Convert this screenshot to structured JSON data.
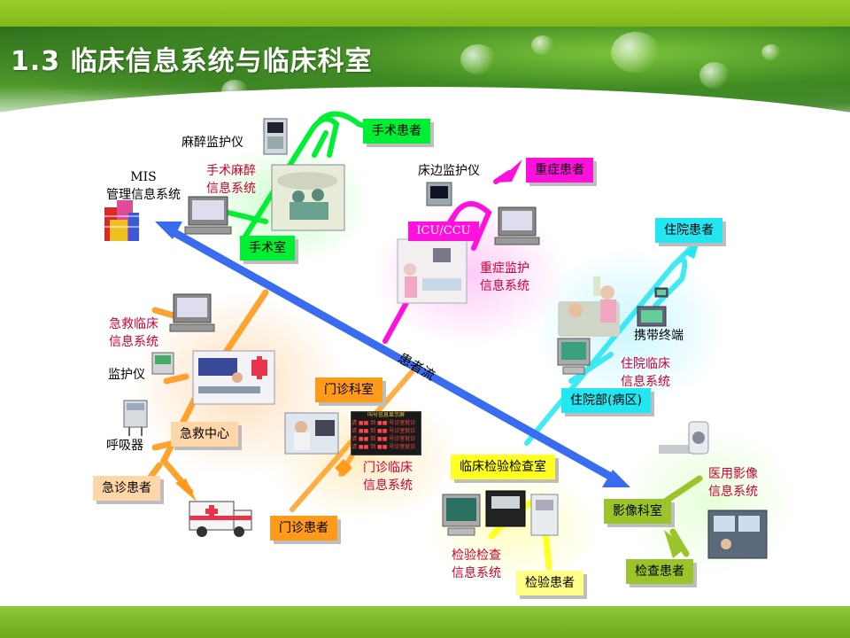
{
  "title": "1.3   临床信息系统与临床科室",
  "flow_label": "患者流",
  "mis": {
    "line1": "MIS",
    "line2": "管理信息系统"
  },
  "labels": {
    "anesthesia_monitor": "麻醉监护仪",
    "anesthesia_system_1": "手术麻醉",
    "anesthesia_system_2": "信息系统",
    "bedside_monitor": "床边监护仪",
    "icu_ccu": "ICU/CCU",
    "icu_system_1": "重症监护",
    "icu_system_2": "信息系统",
    "portable_terminal": "携带终端",
    "inpatient_system_1": "住院临床",
    "inpatient_system_2": "信息系统",
    "emergency_system_1": "急救临床",
    "emergency_system_2": "信息系统",
    "monitor": "监护仪",
    "ventilator": "呼吸器",
    "outpatient_system_1": "门诊临床",
    "outpatient_system_2": "信息系统",
    "lab_system_1": "检验检查",
    "lab_system_2": "信息系统",
    "imaging_system_1": "医用影像",
    "imaging_system_2": "信息系统"
  },
  "boxes": {
    "surgery_patient": "手术患者",
    "operating_room": "手术室",
    "critical_patient": "重症患者",
    "inpatient": "住院患者",
    "inpatient_ward": "住院部(病区)",
    "emergency_center": "急救中心",
    "emergency_patient": "急诊患者",
    "outpatient_dept": "门诊科室",
    "outpatient_patient": "门诊患者",
    "lab_dept": "临床检验检查室",
    "lab_patient": "检验患者",
    "imaging_dept": "影像科室",
    "exam_patient": "检查患者"
  },
  "queue_board": {
    "title": "叫号信息显示屏",
    "rows": [
      "请 ■■ 到 ■■ 号诊室就诊",
      "请 ■■ 到 ■■ 号诊室就诊",
      "请 ■■ 到 ■■ 号诊室就诊",
      "请 ■■ 到 ■■ 号诊室就诊"
    ]
  },
  "colors": {
    "flow_arrow": "#3a6cf0",
    "surgery": "#00ee33",
    "icu": "#ff11dd",
    "inpatient": "#22e6f0",
    "emergency": "#ff9a1a",
    "lab": "#ffff22",
    "imaging": "#9bc42a"
  },
  "icons": [
    "computer-terminal-icon",
    "building-icon",
    "monitor-device-icon",
    "ambulance-icon",
    "patient-bed-icon",
    "ct-scanner-icon"
  ]
}
